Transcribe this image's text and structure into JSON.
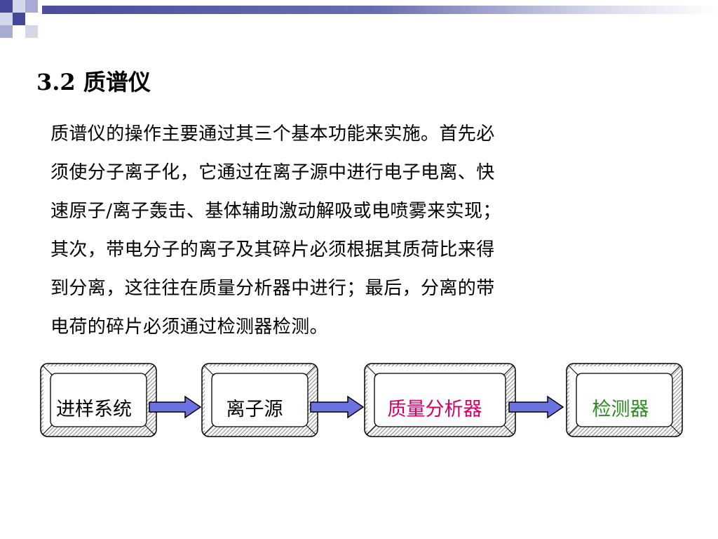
{
  "slide": {
    "title": "3.2 质谱仪",
    "body_lines": [
      "质谱仪的操作主要通过其三个基本功能来实施。首先必",
      "须使分子离子化，它通过在离子源中进行电子电离、快",
      "速原子/离子轰击、基体辅助激动解吸或电喷雾来实现；",
      "其次，带电分子的离子及其碎片必须根据其质荷比来得",
      "到分离，这往往在质量分析器中进行；最后，分离的带",
      "电荷的碎片必须通过检测器检测。"
    ]
  },
  "flow": {
    "steps": [
      {
        "label": "进样系统",
        "color": "#000000"
      },
      {
        "label": "离子源",
        "color": "#000000"
      },
      {
        "label": "质量分析器",
        "color": "#cc0066"
      },
      {
        "label": "检测器",
        "color": "#2e8b22"
      }
    ],
    "arrow_color": "#6b73e0"
  }
}
